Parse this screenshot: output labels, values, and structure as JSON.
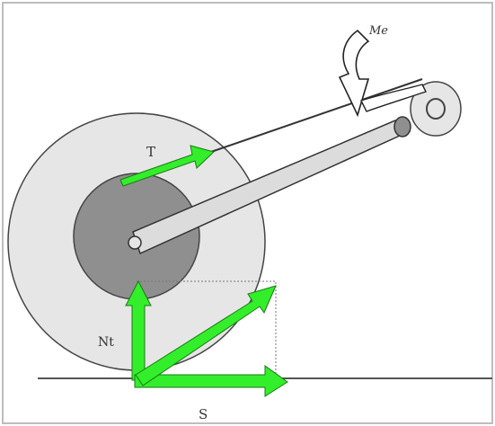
{
  "diagram": {
    "labels": {
      "tension": "T",
      "normal_tangential": "Nt",
      "friction": "S",
      "moment": "Me"
    },
    "colors": {
      "border": "#bdbdbd",
      "outer_disc_fill": "#e6e6e6",
      "outer_disc_stroke": "#444444",
      "inner_disc_fill": "#8f8f8f",
      "inner_disc_stroke": "#444444",
      "arm_fill": "#dcdcdc",
      "arm_stroke": "#333333",
      "vector_fill": "#33ee2a",
      "vector_stroke": "#1b7a15",
      "ground_line": "#555555",
      "construction_line": "#777777",
      "moment_arrow_fill": "#ffffff",
      "moment_arrow_stroke": "#222222"
    }
  }
}
